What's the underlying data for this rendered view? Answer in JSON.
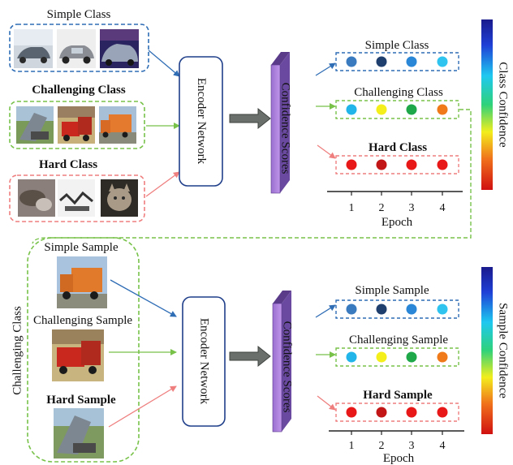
{
  "top": {
    "groups": [
      {
        "label": "Simple Class",
        "color": "#2f6db5"
      },
      {
        "label": "Challenging Class",
        "color": "#78c24a"
      },
      {
        "label": "Hard Class",
        "color": "#ef7f7f"
      }
    ],
    "encoder_label": "Encoder Network",
    "scores_label": "Confidence Scores",
    "rows": [
      {
        "label": "Simple Class",
        "border": "#2f6db5",
        "dots": [
          "#3a7abf",
          "#1f3f6e",
          "#2a86d6",
          "#2ec4ef"
        ]
      },
      {
        "label": "Challenging Class",
        "border": "#78c24a",
        "dots": [
          "#22b5e9",
          "#f4ef1a",
          "#1fa84a",
          "#f07a1a"
        ]
      },
      {
        "label": "Hard Class",
        "border": "#ef7f7f",
        "dots": [
          "#e81818",
          "#c21616",
          "#e81818",
          "#e81818"
        ]
      }
    ],
    "axis_ticks": [
      "1",
      "2",
      "3",
      "4"
    ],
    "axis_label": "Epoch",
    "colorbar_label": "Class Confidence"
  },
  "bottom": {
    "group_label": "Challenging Class",
    "samples": [
      {
        "label": "Simple Sample"
      },
      {
        "label": "Challenging Sample"
      },
      {
        "label": "Hard Sample"
      }
    ],
    "encoder_label": "Encoder Network",
    "scores_label": "Confidence Scores",
    "rows": [
      {
        "label": "Simple Sample",
        "border": "#2f6db5",
        "dots": [
          "#3a7abf",
          "#1f3f6e",
          "#2a86d6",
          "#2ec4ef"
        ]
      },
      {
        "label": "Challenging Sample",
        "border": "#78c24a",
        "dots": [
          "#22b5e9",
          "#f4ef1a",
          "#1fa84a",
          "#f07a1a"
        ]
      },
      {
        "label": "Hard Sample",
        "border": "#ef7f7f",
        "dots": [
          "#e81818",
          "#c21616",
          "#e81818",
          "#e81818"
        ]
      }
    ],
    "axis_ticks": [
      "1",
      "2",
      "3",
      "4"
    ],
    "axis_label": "Epoch",
    "colorbar_label": "Sample Confidence"
  }
}
